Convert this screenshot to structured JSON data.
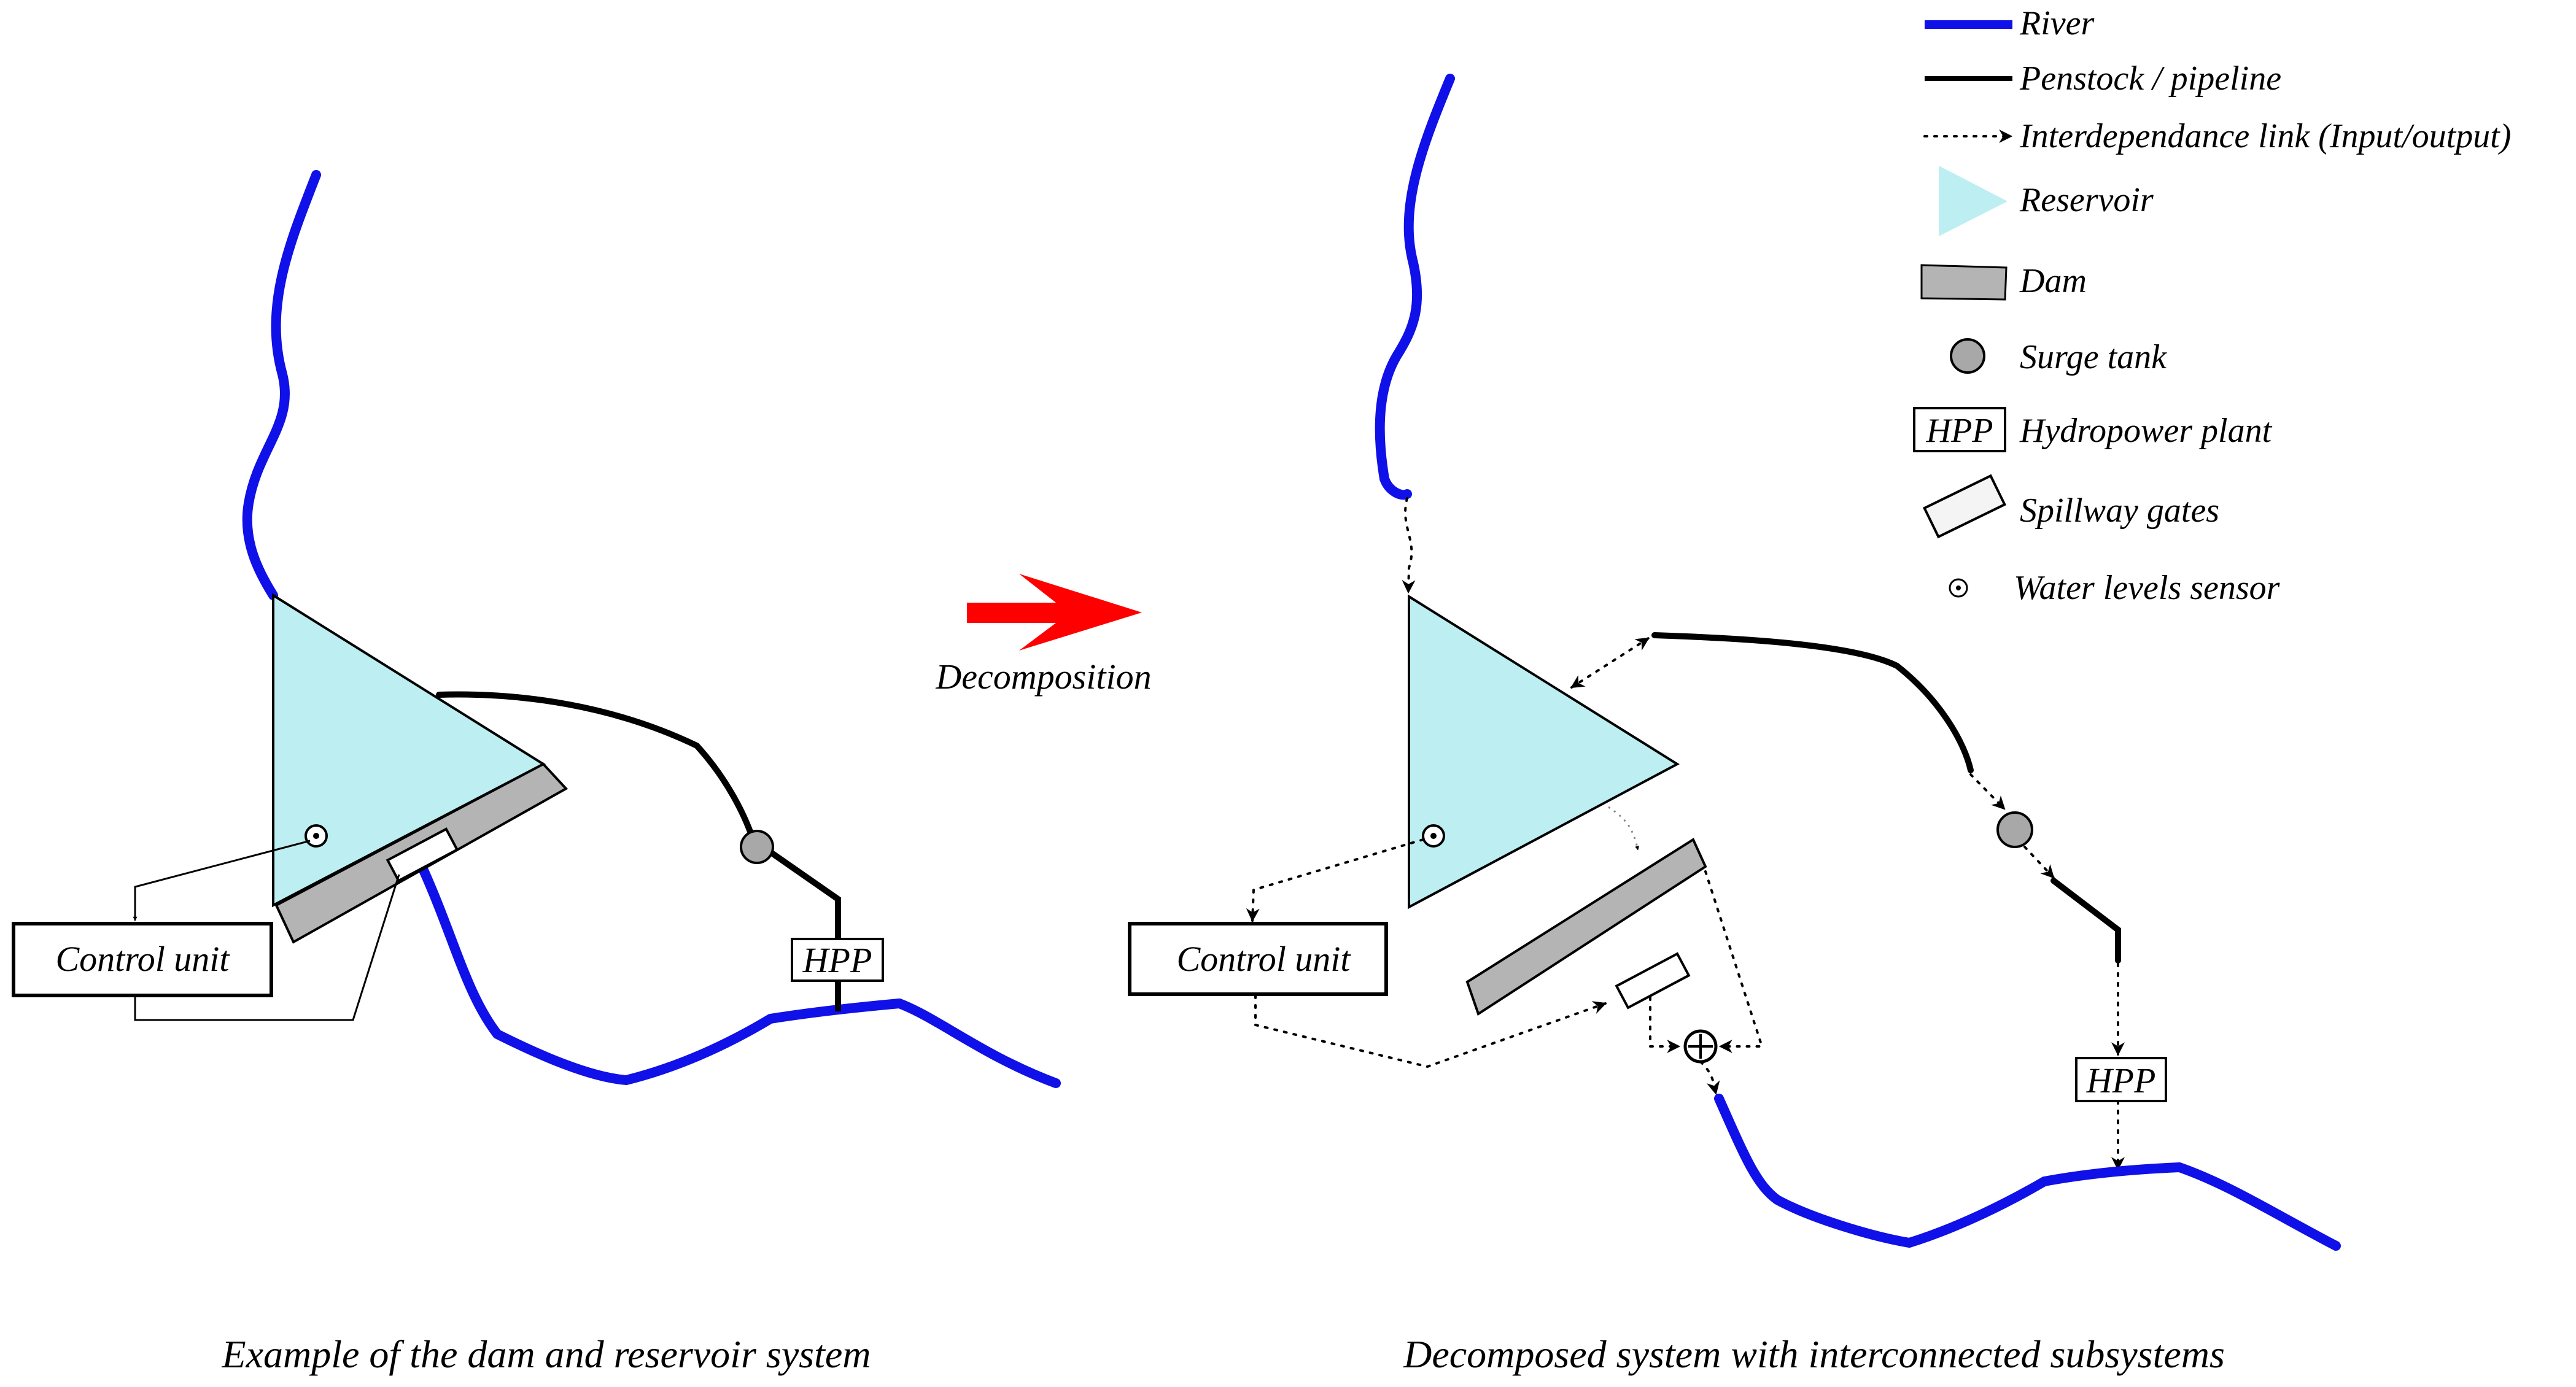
{
  "legend": {
    "river": "River",
    "penstock": "Penstock / pipeline",
    "link": "Interdependance link (Input/output)",
    "reservoir": "Reservoir",
    "dam": "Dam",
    "surge_tank": "Surge tank",
    "hpp_symbol": "HPP",
    "hpp": "Hydropower plant",
    "spillway": "Spillway gates",
    "sensor": "Water levels sensor"
  },
  "left": {
    "control_unit": "Control unit",
    "hpp": "HPP",
    "caption": "Example of the dam and reservoir system"
  },
  "arrow": {
    "label": "Decomposition"
  },
  "right": {
    "control_unit": "Control unit",
    "hpp": "HPP",
    "caption": "Decomposed system with interconnected subsystems"
  },
  "colors": {
    "river": "#1010e8",
    "reservoir": "#bdeff2",
    "dam": "#b4b4b4",
    "surge_tank": "#a8a8a8",
    "arrow": "#ff0000"
  }
}
